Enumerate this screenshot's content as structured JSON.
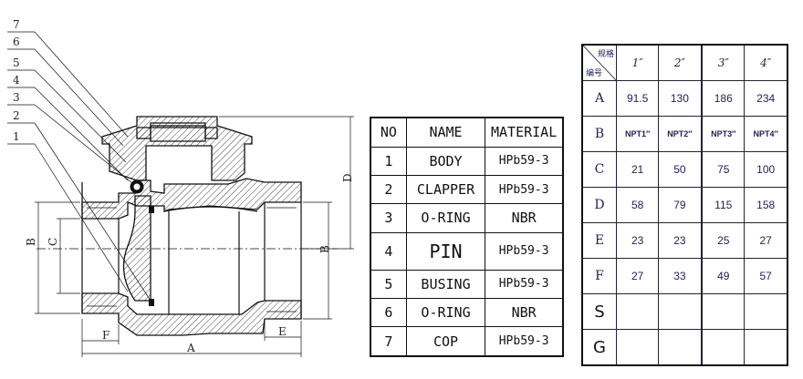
{
  "callouts": [
    "7",
    "6",
    "5",
    "4",
    "3",
    "2",
    "1"
  ],
  "dimension_labels": {
    "A": "A",
    "B": "B",
    "C": "C",
    "D": "D",
    "E": "E",
    "F": "F",
    "B2": "B"
  },
  "parts_table": {
    "headers": [
      "NO",
      "NAME",
      "MATERIAL"
    ],
    "rows": [
      {
        "no": "1",
        "name": "BODY",
        "material": "HPb59-3"
      },
      {
        "no": "2",
        "name": "CLAPPER",
        "material": "HPb59-3"
      },
      {
        "no": "3",
        "name": "O-RING",
        "material": "NBR"
      },
      {
        "no": "4",
        "name": "PIN",
        "material": "HPb59-3"
      },
      {
        "no": "5",
        "name": "BUSING",
        "material": "HPb59-3"
      },
      {
        "no": "6",
        "name": "O-RING",
        "material": "NBR"
      },
      {
        "no": "7",
        "name": "COP",
        "material": "HPb59-3"
      }
    ]
  },
  "dimension_table": {
    "corner_top": "规格",
    "corner_bottom": "编号",
    "sizes": [
      "1″",
      "2″",
      "",
      "3″",
      "4″"
    ],
    "rows": [
      {
        "label": "A",
        "values": [
          "91.5",
          "130",
          "",
          "186",
          "234"
        ]
      },
      {
        "label": "B",
        "values": [
          "NPT1″",
          "NPT2″",
          "",
          "NPT3″",
          "NPT4″"
        ]
      },
      {
        "label": "C",
        "values": [
          "21",
          "50",
          "",
          "75",
          "100"
        ]
      },
      {
        "label": "D",
        "values": [
          "58",
          "79",
          "",
          "115",
          "158"
        ]
      },
      {
        "label": "E",
        "values": [
          "23",
          "23",
          "",
          "25",
          "27"
        ]
      },
      {
        "label": "F",
        "values": [
          "27",
          "33",
          "",
          "49",
          "57"
        ]
      },
      {
        "label": "S",
        "values": [
          "",
          "",
          "",
          "",
          ""
        ]
      },
      {
        "label": "G",
        "values": [
          "",
          "",
          "",
          "",
          ""
        ]
      }
    ]
  }
}
